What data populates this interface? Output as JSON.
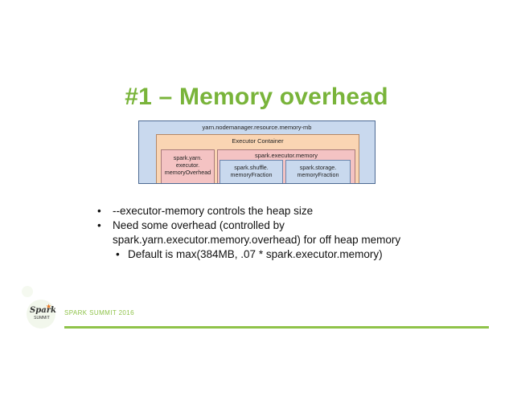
{
  "slide": {
    "title": "#1 – Memory overhead"
  },
  "diagram": {
    "nodemanager": "yarn.nodemanager.resource.memory-mb",
    "executor_container": "Executor Container",
    "overhead": [
      "spark.yarn.",
      "executor.",
      "memoryOverhead"
    ],
    "executor_memory": "spark.executor.memory",
    "shuffle": [
      "spark.shuffle.",
      "memoryFraction"
    ],
    "storage": [
      "spark.storage.",
      "memoryFraction"
    ],
    "colors": {
      "outer": "#c9d9ee",
      "container": "#fad5b3",
      "memory": "#f4c3c3"
    }
  },
  "bullets": {
    "b1": "--executor-memory controls the heap size",
    "b2_line1": "Need some overhead (controlled by",
    "b2_line2": "spark.yarn.executor.memory.overhead) for off heap memory",
    "b3": "Default is max(384MB, .07 * spark.executor.memory)",
    "marker": "•"
  },
  "footer": {
    "logo_text": "Spark",
    "logo_sub": "SUMMIT",
    "event": "SPARK SUMMIT 2016",
    "accent_color": "#8fc34a"
  }
}
